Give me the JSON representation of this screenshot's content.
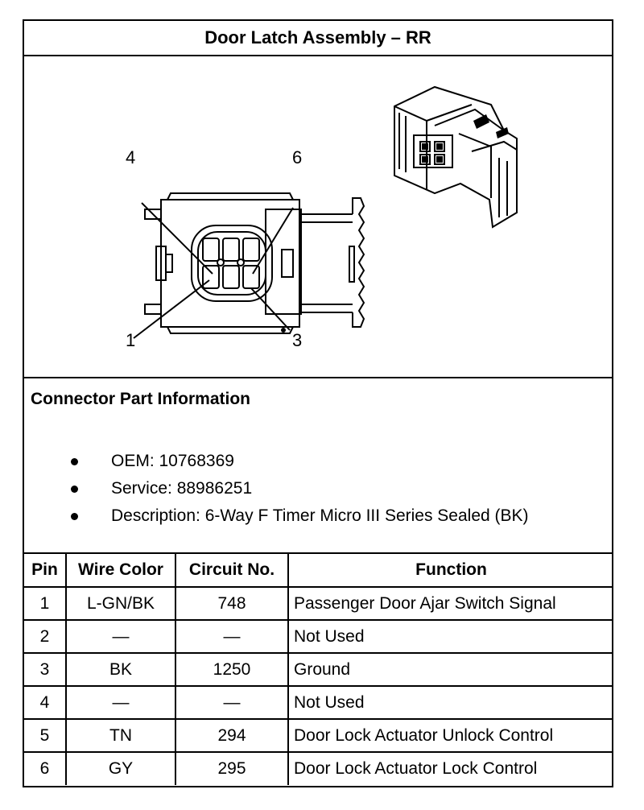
{
  "title": "Door Latch Assembly – RR",
  "diagram": {
    "pin_labels": [
      "4",
      "6",
      "1",
      "3"
    ]
  },
  "connector_info": {
    "heading": "Connector Part Information",
    "items": [
      "OEM: 10768369",
      "Service: 88986251",
      "Description: 6-Way F Timer Micro III Series Sealed (BK)"
    ]
  },
  "table": {
    "headers": [
      "Pin",
      "Wire Color",
      "Circuit No.",
      "Function"
    ],
    "rows": [
      [
        "1",
        "L-GN/BK",
        "748",
        "Passenger Door Ajar Switch Signal"
      ],
      [
        "2",
        "—",
        "—",
        "Not Used"
      ],
      [
        "3",
        "BK",
        "1250",
        "Ground"
      ],
      [
        "4",
        "—",
        "—",
        "Not Used"
      ],
      [
        "5",
        "TN",
        "294",
        "Door Lock Actuator Unlock Control"
      ],
      [
        "6",
        "GY",
        "295",
        "Door Lock Actuator Lock Control"
      ]
    ]
  }
}
